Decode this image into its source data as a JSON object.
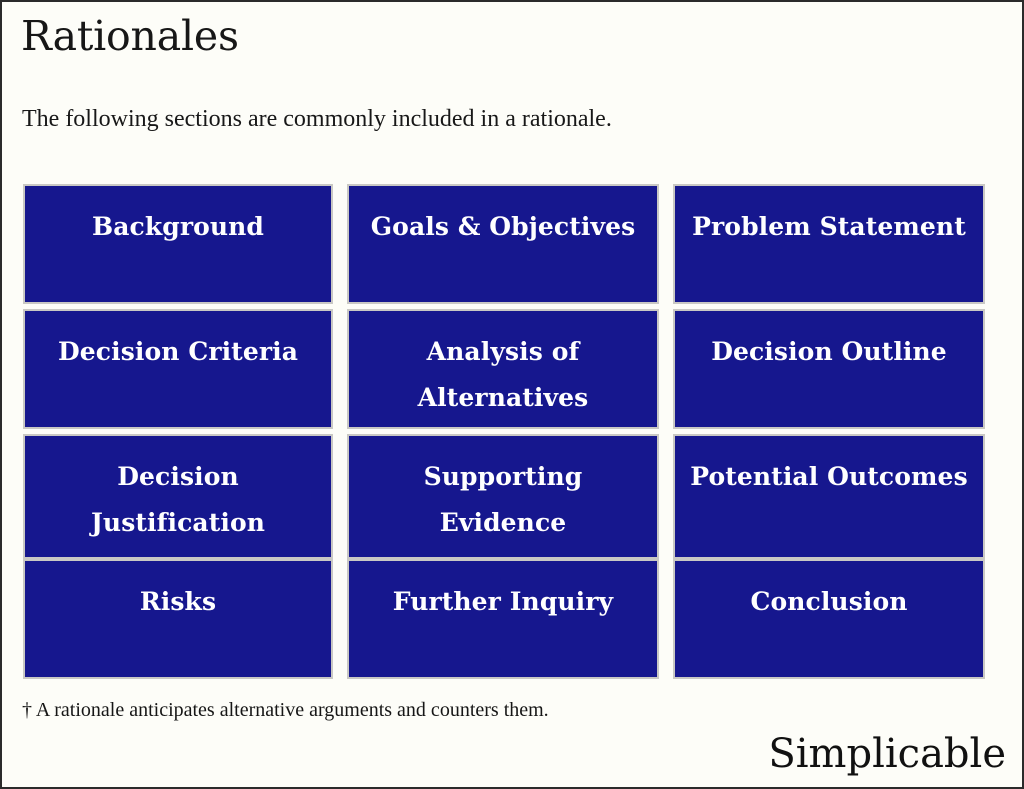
{
  "slide": {
    "title": "Rationales",
    "subtitle": "The following sections are commonly included in a rationale.",
    "footnote": "† A rationale anticipates alternative arguments and counters them.",
    "brand": "Simplicable",
    "colors": {
      "box_fill": "#16178E",
      "box_border": "#C9C8C4",
      "box_text": "#FFFFFF",
      "page_background": "#FDFDF8",
      "page_border": "#2B2B2B",
      "text": "#171717"
    }
  },
  "grid": {
    "columns": 3,
    "rows": 4,
    "cells": [
      {
        "label": "Background",
        "row": 1,
        "col": 1
      },
      {
        "label": "Goals & Objectives",
        "row": 1,
        "col": 2
      },
      {
        "label": "Problem Statement",
        "row": 1,
        "col": 3
      },
      {
        "label": "Decision Criteria",
        "row": 2,
        "col": 1
      },
      {
        "label": "Analysis of Alternatives",
        "row": 2,
        "col": 2
      },
      {
        "label": "Decision Outline",
        "row": 2,
        "col": 3
      },
      {
        "label": "Decision Justification",
        "row": 3,
        "col": 1
      },
      {
        "label": "Supporting Evidence",
        "row": 3,
        "col": 2
      },
      {
        "label": "Potential Outcomes",
        "row": 3,
        "col": 3
      },
      {
        "label": "Risks",
        "row": 4,
        "col": 1
      },
      {
        "label": "Further Inquiry",
        "row": 4,
        "col": 2
      },
      {
        "label": "Conclusion",
        "row": 4,
        "col": 3
      }
    ]
  }
}
